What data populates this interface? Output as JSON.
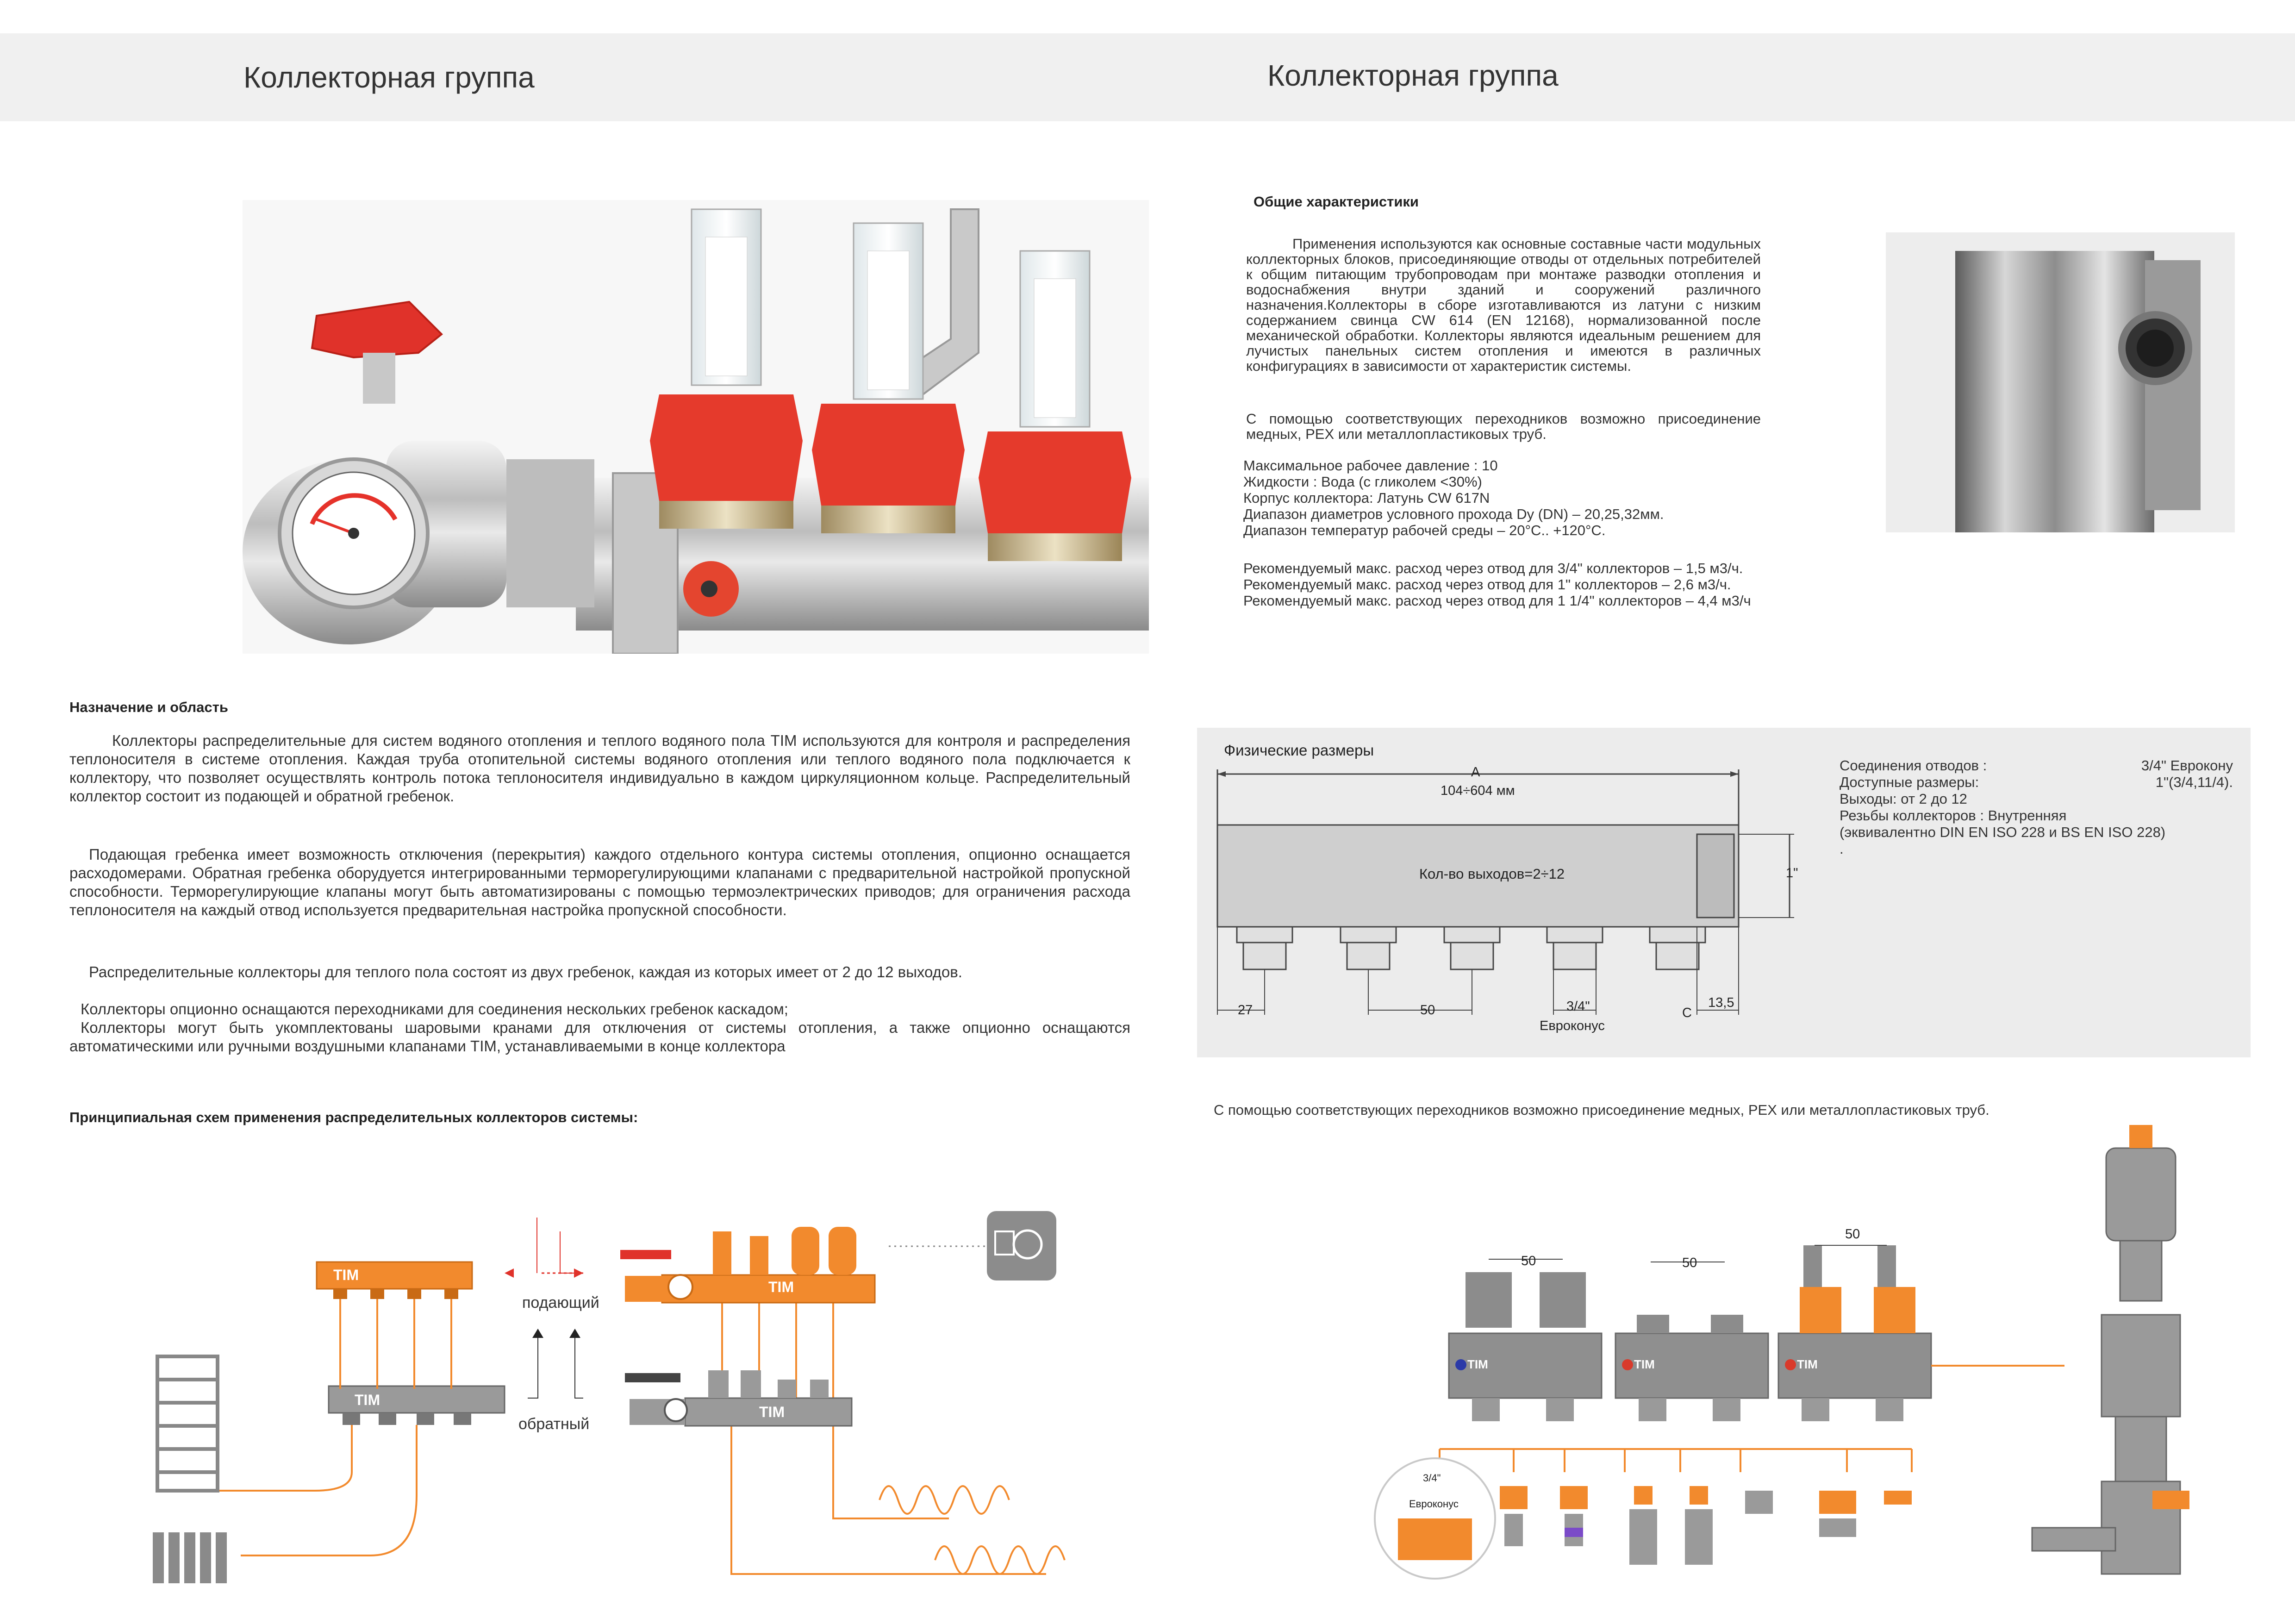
{
  "header": {
    "left_title": "Коллекторная группа",
    "right_title": "Коллекторная группа"
  },
  "general": {
    "heading": "Общие характеристики",
    "paragraph": "Применения используются как основные составные части модульных коллекторных блоков, присоединяющие отводы от отдельных потребителей к общим питающим трубопроводам при монтаже разводки отопления и водоснабжения внутри зданий и сооружений различного назначения.Коллекторы в сборе изготавливаются из латуни с низким содержанием свинца CW 614 (EN 12168), нормализованной после механической обработки. Коллекторы являются идеальным решением для лучистых панельных систем отопления и имеются в различных конфигурациях в зависимости от характеристик системы.",
    "paragraph2": "С помощью соответствующих переходников возможно присоединение медных, PEX или металлопластиковых труб.",
    "specs": [
      "Максимальное рабочее давление : 10",
      "Жидкости : Вода (с гликолем <30%)",
      "Корпус коллектора:  Латунь CW 617N",
      "Диапазон диаметров условного прохода Dy (DN) – 20,25,32мм.",
      "Диапазон температур  рабочей среды – 20°С.. +120°С."
    ],
    "flows": [
      "Рекомендуемый макс. расход через отвод для 3/4\" коллекторов  – 1,5 м3/ч.",
      "Рекомендуемый макс. расход через отвод для 1\" коллекторов  – 2,6 м3/ч.",
      "Рекомендуемый макс. расход через отвод для 1 1/4\" коллекторов  – 4,4 м3/ч"
    ]
  },
  "purpose": {
    "heading": "Назначение и область",
    "p1": "Коллекторы распределительные для систем водяного отопления и теплого водяного пола TIM используются для контроля и распределения теплоносителя в системе отопления. Каждая труба отопительной системы водяного отопления или теплого водяного пола подключается к коллектору, что позволяет осуществлять контроль потока теплоносителя индивидуально в каждом циркуляционном кольце. Распределительный коллектор состоит из подающей и обратной гребенок.",
    "p2": "Подающая гребенка имеет возможность отключения (перекрытия) каждого отдельного контура системы отопления, опционно оснащается расходомерами. Обратная гребенка оборудуется интегрированными терморегулирующими клапанами с предварительной настройкой пропускной способности. Терморегулирующие клапаны могут быть автоматизированы с помощью термоэлектрических приводов; для ограничения расхода теплоносителя на каждый отвод используется предварительная настройка пропускной способности.",
    "p3": "Распределительные коллекторы для теплого пола состоят из двух гребенок, каждая из которых имеет от 2 до 12 выходов.",
    "p4": "Коллекторы опционно оснащаются переходниками для соединения нескольких гребенок каскадом;",
    "p5": "Коллекторы могут быть укомплектованы шаровыми кранами для отключения от системы отопления, а также опционно оснащаются автоматическими или ручными воздушными клапанами TIM, устанавливаемыми в конце коллектора"
  },
  "dimensions": {
    "title": "Физические размеры",
    "label_a": "A",
    "range_a": "104÷604 мм",
    "outlets": "Кол-во выходов=2÷12",
    "one_inch": "1\"",
    "d27": "27",
    "d50": "50",
    "d34": "3/4\"",
    "eurocone": "Евроконус",
    "c_label": "C",
    "d135": "13,5",
    "info": [
      {
        "k": "Соединения отводов :",
        "v": "3/4\" Еврокону"
      },
      {
        "k": "Доступные размеры:",
        "v": "1\"(3/4,11/4)."
      },
      {
        "k": "Выходы:   от 2 до 12",
        "v": ""
      },
      {
        "k": "Резьбы коллекторов : Внутренняя",
        "v": ""
      },
      {
        "k": "   (эквивалентно DIN EN ISO 228 и BS EN ISO 228)",
        "v": ""
      },
      {
        "k": ".",
        "v": ""
      }
    ]
  },
  "adapters_note": "С помощью соответствующих переходников возможно присоединение медных, PEX или металлопластиковых труб.",
  "scheme": {
    "heading": "Принципиальная схем применения распределительных коллекторов системы:",
    "supply": "подающий",
    "return": "обратный",
    "brand": "TIM"
  },
  "right_diagram": {
    "d50a": "50",
    "d50b": "50",
    "d50c": "50",
    "brand": "TIM",
    "d34": "3/4\"",
    "eurocone": "Евроконус"
  },
  "colors": {
    "accent": "#f28a2d",
    "gray": "#8c8c8c",
    "red": "#d93a2b"
  }
}
